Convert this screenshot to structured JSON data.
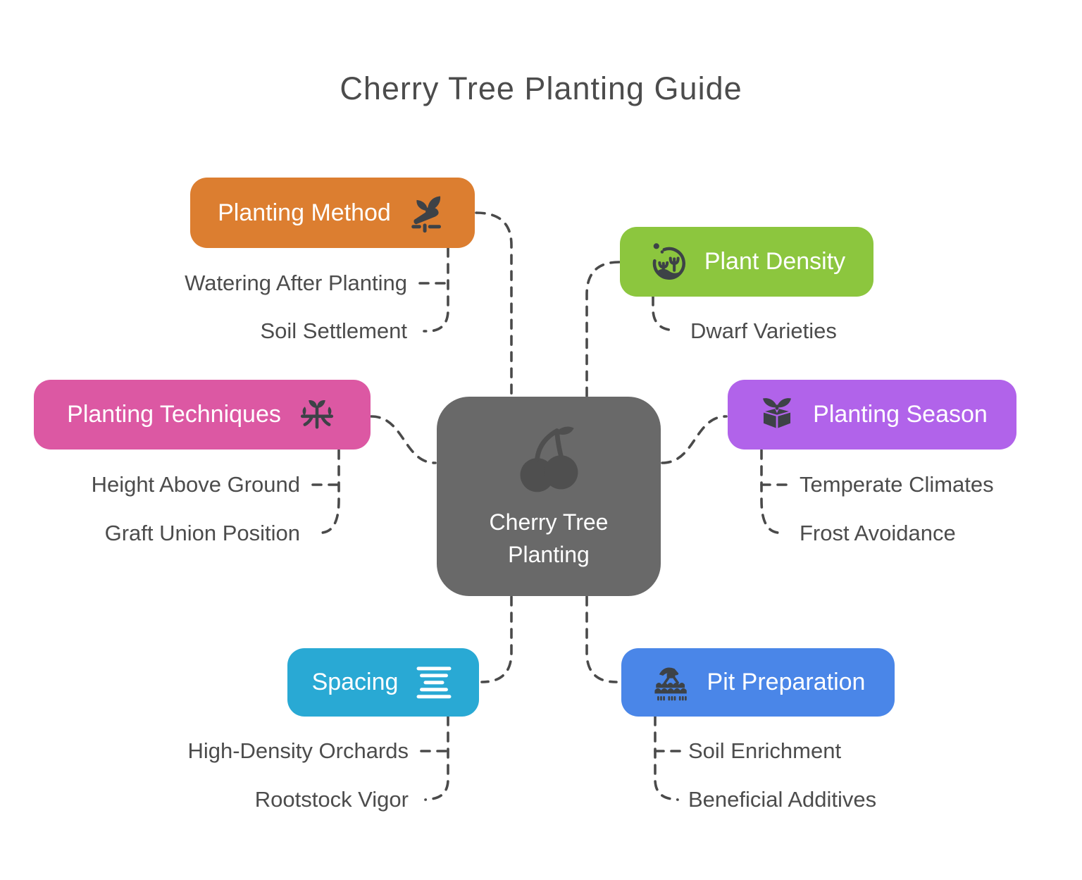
{
  "title": "Cherry Tree Planting Guide",
  "colors": {
    "background": "#FFFFFF",
    "connector": "#4A4A4A",
    "label": "#4C4C4C",
    "title": "#4C4C4C",
    "nodetext": "#FFFFFF",
    "icondark": "#3D4247",
    "cherry": "#4F4F4F"
  },
  "center": {
    "label_line1": "Cherry Tree",
    "label_line2": "Planting",
    "color": "#696969",
    "icon": "cherries-icon"
  },
  "branches": [
    {
      "id": "planting-method",
      "label": "Planting Method",
      "color": "#DC7E30",
      "icon": "hand-planting-seedling-icon",
      "children": [
        "Watering After Planting",
        "Soil Settlement"
      ]
    },
    {
      "id": "plant-density",
      "label": "Plant Density",
      "color": "#8CC63E",
      "icon": "plants-in-circle-icon",
      "children": [
        "Dwarf Varieties"
      ]
    },
    {
      "id": "planting-techniques",
      "label": "Planting Techniques",
      "color": "#DC58A3",
      "icon": "plant-with-roots-icon",
      "children": [
        "Height Above Ground",
        "Graft Union Position"
      ]
    },
    {
      "id": "planting-season",
      "label": "Planting Season",
      "color": "#B163EA",
      "icon": "box-with-sprout-icon",
      "children": [
        "Temperate Climates",
        "Frost Avoidance"
      ]
    },
    {
      "id": "spacing",
      "label": "Spacing",
      "color": "#29A9D4",
      "icon": "line-spacing-icon",
      "children": [
        "High-Density Orchards",
        "Rootstock Vigor"
      ]
    },
    {
      "id": "pit-preparation",
      "label": "Pit Preparation",
      "color": "#4A86E8",
      "icon": "tiller-machine-icon",
      "children": [
        "Soil Enrichment",
        "Beneficial Additives"
      ]
    }
  ]
}
